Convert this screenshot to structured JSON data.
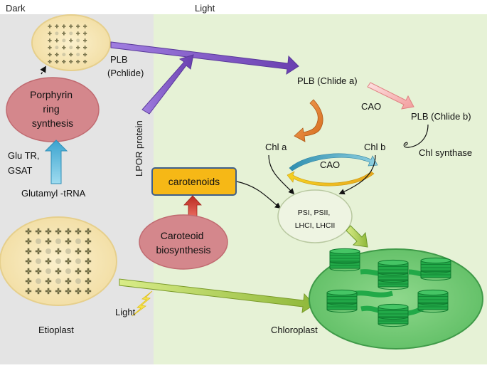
{
  "regions": {
    "dark": "Dark",
    "light": "Light"
  },
  "colors": {
    "dark_bg": "#e4e4e4",
    "light_bg": "#e6f2d6",
    "plastid_fill": "#f5e4b2",
    "pink_fill": "#d4878c",
    "carotenoid_fill": "#f6b816",
    "chloroplast_fill": "#6fc86f",
    "thylakoid_fill": "#26b24a",
    "purple_arrow": "#8a5cc8",
    "blue_arrow": "#4fb3d8",
    "red_arrow": "#d03a2e",
    "orange_arrow": "#e07a2a",
    "green_arrow": "#6f9a2e"
  },
  "nodes": {
    "porphyrin": "Porphyrin ring synthesis",
    "plb_pchlide": "PLB (Pchlide)",
    "lpor": "LPOR  protein",
    "glu_tr": "Glu TR, GSAT",
    "glutamyl": "Glutamyl -tRNA",
    "carotenoids": "carotenoids",
    "caroteoid_biosynthesis": "Caroteoid biosynthesis",
    "plb_chlide_a": "PLB (Chlide a)",
    "plb_chlide_b": "PLB (Chlide b)",
    "cao_top": "CAO",
    "chl_a": "Chl a",
    "chl_b": "Chl b",
    "cao_mid": "CAO",
    "chl_synthase": "Chl synthase",
    "photosystems": "PSI, PSII, LHCI, LHCII",
    "light_label": "Light",
    "etioplast": "Etioplast",
    "chloroplast": "Chloroplast"
  }
}
